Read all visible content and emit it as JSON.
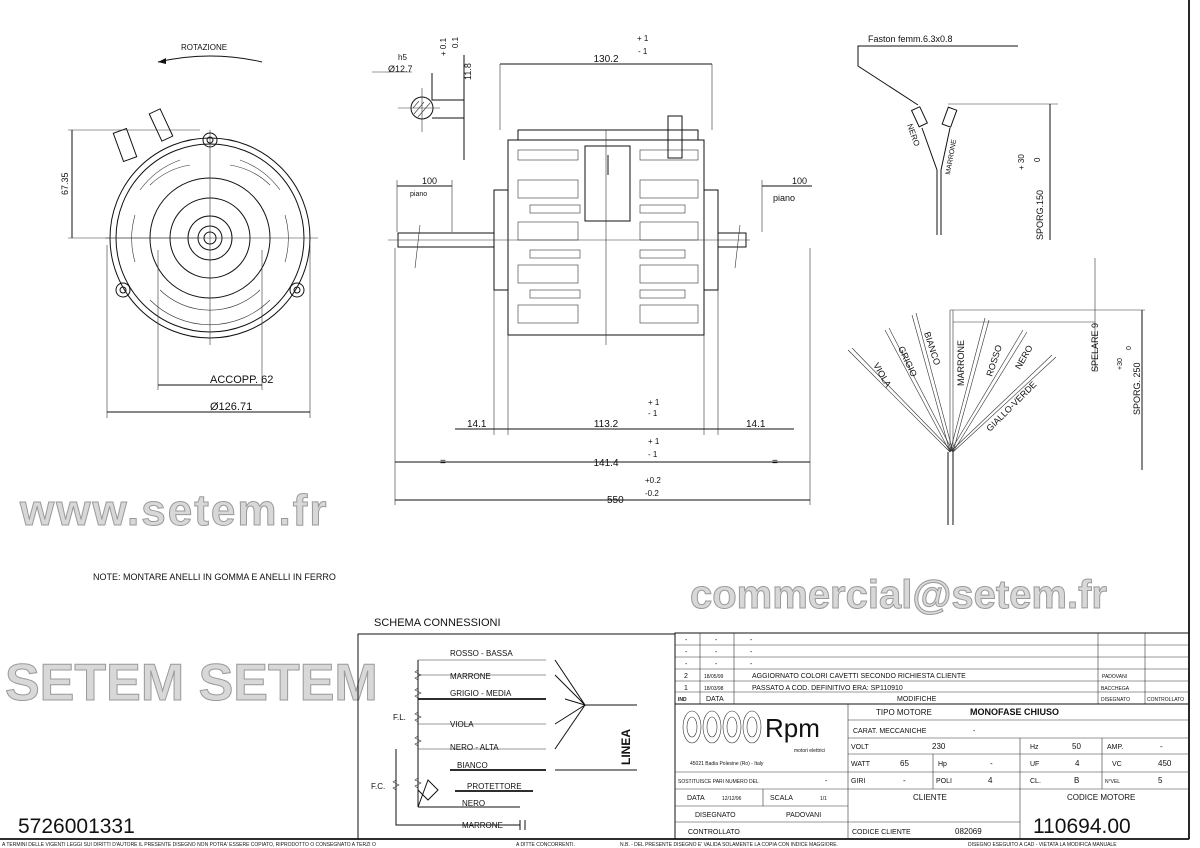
{
  "drawing": {
    "rotation_label": "ROTAZIONE",
    "dim_height": "67.35",
    "dim_coupling": "ACCOPP. 62",
    "dim_diameter": "Ø126.71",
    "shaft_tolerance": "h5",
    "shaft_diameter": "Ø12.7",
    "flat_plus": "+ 0.1",
    "flat_minus": "0.1",
    "flat_dim": "11.8",
    "length_130": "130.2",
    "tol_plus1": "+ 1",
    "tol_minus1": "- 1",
    "flat_left": "100",
    "flat_left_label": "piano",
    "flat_right": "100",
    "flat_right_label": "piano",
    "dim_14_left": "14.1",
    "dim_113": "113.2",
    "dim_14_right": "14.1",
    "dim_141": "141.4",
    "equal_sign": "=",
    "dim_550": "550",
    "tol_plus02": "+0.2",
    "tol_minus02": "-0.2",
    "note": "NOTE: MONTARE ANELLI IN GOMMA E ANELLI IN FERRO"
  },
  "faston": {
    "label": "Faston femm.6.3x0.8",
    "wire1": "NERO",
    "wire2": "MARRONE",
    "sporg": "SPORG.150",
    "tol_plus": "+ 30",
    "tol_zero": "0"
  },
  "lead_wires": {
    "wires": [
      "VIOLA",
      "GRIGIO",
      "BIANCO",
      "MARRONE",
      "ROSSO",
      "NERO",
      "GIALLO-VERDE"
    ],
    "spelare": "SPELARE 9",
    "sporg": "SPORG. 250",
    "tol_plus": "+30",
    "tol_zero": "0"
  },
  "schema": {
    "title": "SCHEMA CONNESSIONI",
    "lines": [
      "ROSSO - BASSA",
      "MARRONE",
      "GRIGIO - MEDIA",
      "VIOLA",
      "NERO - ALTA",
      "BIANCO",
      "PROTETTORE",
      "NERO",
      "MARRONE"
    ],
    "fl": "F.L.",
    "fc": "F.C.",
    "linea": "LINEA"
  },
  "drawing_number": "5726001331",
  "revisions": {
    "rows": [
      {
        "ind": "-",
        "data": "-",
        "modifica": "-",
        "disegnato": "",
        "controllato": ""
      },
      {
        "ind": "-",
        "data": "-",
        "modifica": "-",
        "disegnato": "",
        "controllato": ""
      },
      {
        "ind": "-",
        "data": "-",
        "modifica": "-",
        "disegnato": "",
        "controllato": ""
      },
      {
        "ind": "2",
        "data": "18/05/99",
        "modifica": "AGGIORNATO COLORI CAVETTI SECONDO RICHIESTA CLIENTE",
        "disegnato": "PADOVANI",
        "controllato": ""
      },
      {
        "ind": "1",
        "data": "18/03/98",
        "modifica": "PASSATO A COD. DEFINITIVO ERA: SP110910",
        "disegnato": "BACCHEGA",
        "controllato": ""
      }
    ],
    "headers": {
      "ind": "IND",
      "data": "DATA",
      "modifiche": "MODIFICHE",
      "disegnato": "DISEGNATO",
      "controllato": "CONTROLLATO"
    }
  },
  "company": {
    "name": "Rpm",
    "subtitle": "motori elettrici",
    "address": "45021 Badia Polesine (Ro) - Italy"
  },
  "specs": {
    "tipo_motore_label": "TIPO MOTORE",
    "tipo_motore": "MONOFASE CHIUSO",
    "carat_label": "CARAT. MECCANICHE",
    "carat": "-",
    "volt_label": "VOLT",
    "volt": "230",
    "hz_label": "Hz",
    "hz": "50",
    "amp_label": "AMP.",
    "amp": "-",
    "watt_label": "WATT",
    "watt": "65",
    "hp_label": "Hp",
    "hp": "-",
    "uf_label": "UF",
    "uf": "4",
    "vc_label": "VC",
    "vc": "450",
    "giri_label": "GIRI",
    "giri": "-",
    "poli_label": "POLI",
    "poli": "4",
    "cl_label": "CL.",
    "cl": "B",
    "nvel_label": "N°VEL",
    "nvel": "5"
  },
  "title_block": {
    "sostituisce": "SOSTITUISCE PARI NUMERO DEL",
    "sostituisce_value": "-",
    "data_label": "DATA",
    "data": "12/12/96",
    "scala_label": "SCALA",
    "scala": "1/1",
    "disegnato_label": "DISEGNATO",
    "disegnato": "PADOVANI",
    "controllato_label": "CONTROLLATO",
    "cliente_label": "CLIENTE",
    "codice_cliente_label": "CODICE CLIENTE",
    "codice_cliente": "082069",
    "codice_motore_label": "CODICE MOTORE",
    "codice_motore": "110694.00"
  },
  "footer": {
    "copyright_1": "A TERMINI DELLE VIGENTI LEGGI SUI DIRITTI D'AUTORE IL PRESENTE DISEGNO NON POTRA' ESSERE COPIATO, RIPRODOTTO O CONSEGNATO A TERZI O",
    "copyright_2": "A DITTE CONCORRENTI.",
    "nb": "N.B. - DEL PRESENTE DISEGNO E' VALIDA SOLAMENTE LA COPIA CON INDICE MAGGIORE.",
    "cad": "DISEGNO ESEGUITO A CAD - VIETATA LA MODIFICA MANUALE"
  },
  "watermark": {
    "line1": "www.setem.fr",
    "line2": "SETEM SETEM",
    "line3": "commercial@setem.fr"
  }
}
